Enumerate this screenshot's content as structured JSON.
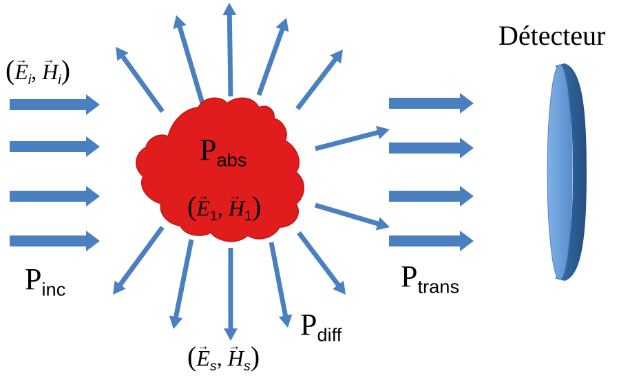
{
  "labels": {
    "detector": "Détecteur",
    "p_inc": {
      "main": "P",
      "sub": "inc"
    },
    "p_abs": {
      "main": "P",
      "sub": "abs"
    },
    "p_trans": {
      "main": "P",
      "sub": "trans"
    },
    "p_diff": {
      "main": "P",
      "sub": "diff"
    },
    "field_incident": {
      "e": "E",
      "e_sub": "i",
      "h": "H",
      "h_sub": "i"
    },
    "field_internal": {
      "e": "E",
      "e_sub": "1",
      "h": "H",
      "h_sub": "1"
    },
    "field_scattered": {
      "e": "E",
      "e_sub": "s",
      "h": "H",
      "h_sub": "s"
    }
  },
  "colors": {
    "arrow": "#4a7fc0",
    "particle": "#e21b1b",
    "detector_face": "#6fa0d8",
    "detector_edge": "#2f5d95"
  }
}
